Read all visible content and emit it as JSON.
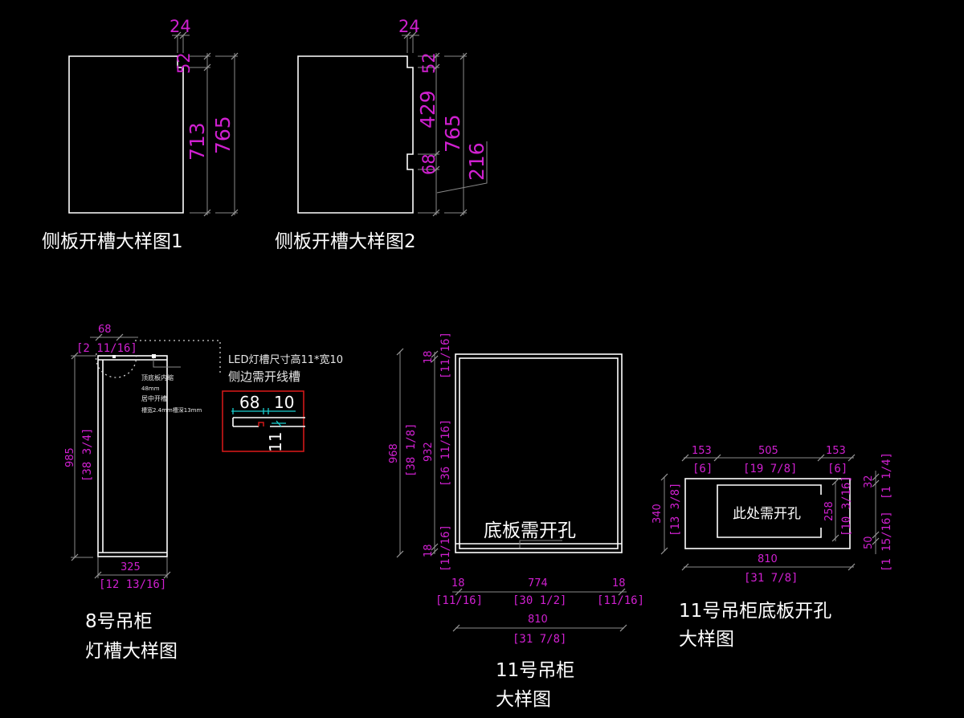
{
  "colors": {
    "background": "#000000",
    "geometry": "#ffffff",
    "dimension_text": "#d020d0",
    "dimension_lines": "#8a8a8a",
    "callout_frame": "#d01818",
    "callout_dims": "#19d0d0"
  },
  "side_panel_1": {
    "title": "侧板开槽大样图1",
    "dims": {
      "notch_width": "24",
      "notch_height": "52",
      "lower": "713",
      "overall": "765"
    }
  },
  "side_panel_2": {
    "title": "侧板开槽大样图2",
    "dims": {
      "notch_width": "24",
      "top_notch": "52",
      "middle": "429",
      "slot": "68",
      "overall": "765",
      "bottom_offset": "216"
    }
  },
  "cabinet_8": {
    "title_line1": "8号吊柜",
    "title_line2": "灯槽大样图",
    "dims": {
      "top_mm": "68",
      "top_in": "[2  11/16]",
      "height_mm": "985",
      "height_in": "[38  3/4]",
      "width_mm": "325",
      "width_in": "[12  13/16]"
    },
    "note": [
      "顶底板内缩",
      "48mm",
      "居中开槽",
      "槽宽2.4mm槽深13mm"
    ],
    "led_note_line1": "LED灯槽尺寸高11*宽10",
    "led_note_line2": "侧边需开线槽",
    "detail": {
      "dim_a": "68",
      "dim_b": "10",
      "dim_h": "11"
    }
  },
  "cabinet_11": {
    "title_line1": "11号吊柜",
    "title_line2": "大样图",
    "label": "底板需开孔",
    "dims": {
      "overall_h_mm": "968",
      "overall_h_in": "[38  1/8]",
      "inner_h_mm": "932",
      "inner_h_in": "[36  11/16]",
      "top_t_mm": "18",
      "top_t_in": "[11/16]",
      "bot_t_mm": "18",
      "bot_t_in": "[11/16]",
      "left_t_mm": "18",
      "left_t_in": "[11/16]",
      "inner_w_mm": "774",
      "inner_w_in": "[30  1/2]",
      "right_t_mm": "18",
      "right_t_in": "[11/16]",
      "overall_w_mm": "810",
      "overall_w_in": "[31  7/8]"
    }
  },
  "cabinet_11_bottom": {
    "title_line1": "11号吊柜底板开孔",
    "title_line2": "大样图",
    "label": "此处需开孔",
    "dims": {
      "left_mm": "153",
      "left_in": "[6]",
      "mid_mm": "505",
      "mid_in": "[19  7/8]",
      "right_mm": "153",
      "right_in": "[6]",
      "depth_mm": "340",
      "depth_in": "[13  3/8]",
      "hole_mm": "258",
      "hole_in": "[10  3/16]",
      "top_mm": "32",
      "top_in": "[1  1/4]",
      "bot_mm": "50",
      "bot_in": "[1  15/16]",
      "width_mm": "810",
      "width_in": "[31  7/8]"
    }
  }
}
